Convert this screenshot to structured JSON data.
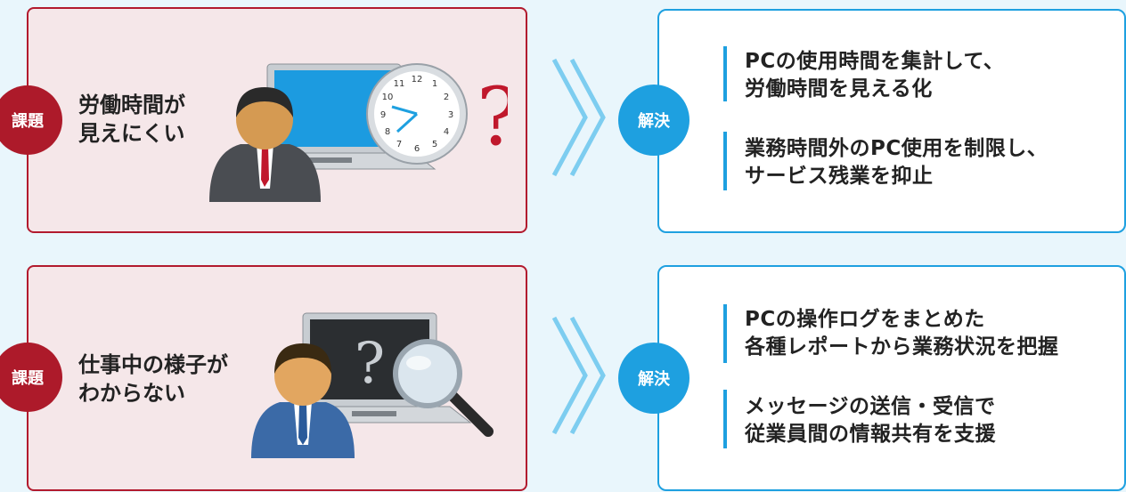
{
  "rows": [
    {
      "problem_badge": "課題",
      "problem_text": "労働時間が\n見えにくい",
      "solution_badge": "解決",
      "solutions": [
        "PCの使用時間を集計して、\n労働時間を見える化",
        "業務時間外のPC使用を制限し、\nサービス残業を抑止"
      ],
      "illustration": [
        "person-gray-suit-icon",
        "laptop-icon",
        "clock-icon",
        "question-mark-icon"
      ],
      "clock_numbers": [
        "12",
        "1",
        "2",
        "3",
        "4",
        "5",
        "6",
        "7",
        "8",
        "9",
        "10",
        "11"
      ]
    },
    {
      "problem_badge": "課題",
      "problem_text": "仕事中の様子が\nわからない",
      "solution_badge": "解決",
      "solutions": [
        "PCの操作ログをまとめた\n各種レポートから業務状況を把握",
        "メッセージの送信・受信で\n従業員間の情報共有を支援"
      ],
      "illustration": [
        "person-blue-suit-icon",
        "laptop-icon",
        "magnifier-icon",
        "question-mark-icon"
      ],
      "screen_text": "?"
    }
  ],
  "colors": {
    "background": "#e9f6fc",
    "problem_accent": "#b21a2e",
    "problem_fill": "#f5e7e9",
    "solution_accent": "#1ea0e0"
  }
}
